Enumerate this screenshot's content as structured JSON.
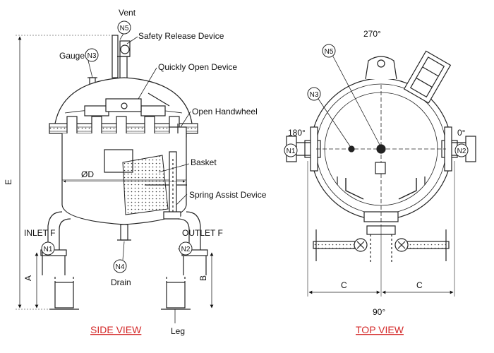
{
  "side_view": {
    "title": "SIDE VIEW",
    "labels": {
      "vent": "Vent",
      "safety_release": "Safety Release Device",
      "gauge": "Gauge",
      "quick_open": "Quickly Open Device",
      "open_handwheel": "Open Handwheel",
      "basket": "Basket",
      "diameter": "ØD",
      "spring_assist": "Spring Assist Device",
      "height_e": "E",
      "inlet": "INLET F",
      "outlet": "OUTLET F",
      "dim_a": "A",
      "dim_b": "B",
      "drain": "Drain",
      "leg": "Leg"
    },
    "nodes": {
      "n5": "N5",
      "n3": "N3",
      "n1": "N1",
      "n2": "N2",
      "n4": "N4"
    }
  },
  "top_view": {
    "title": "TOP VIEW",
    "angles": {
      "a270": "270°",
      "a180": "180°",
      "a0": "0°",
      "a90": "90°"
    },
    "nodes": {
      "n5": "N5",
      "n3": "N3",
      "n1": "N1",
      "n2": "N2"
    },
    "dims": {
      "c_left": "C",
      "c_right": "C"
    }
  }
}
